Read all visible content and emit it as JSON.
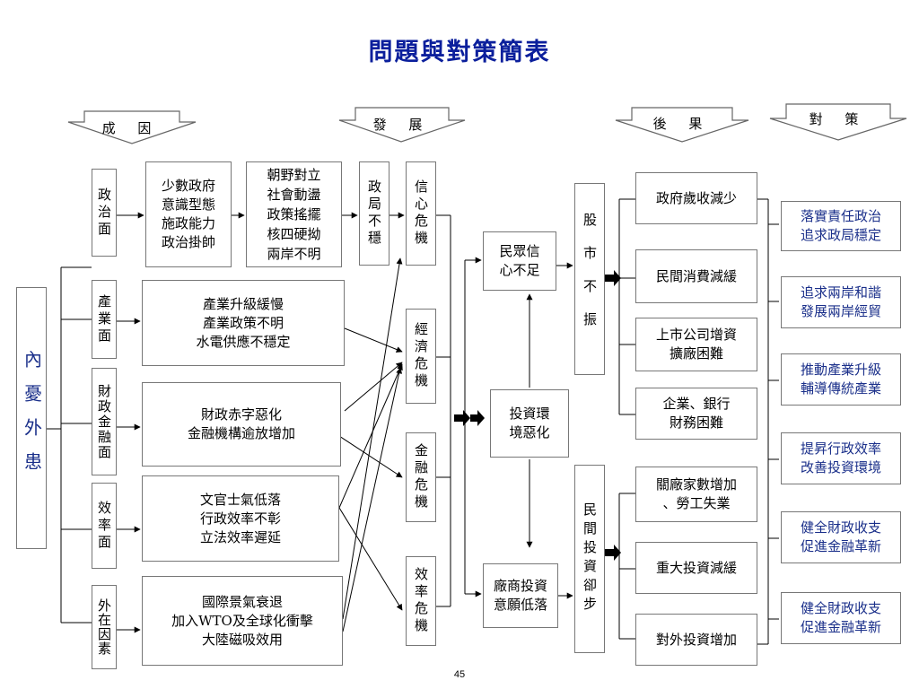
{
  "title": "問題與對策簡表",
  "page_number": "45",
  "headers": {
    "cause": "成 因",
    "development": "發 展",
    "consequence": "後 果",
    "countermeasure": "對 策"
  },
  "root": "內憂外患",
  "aspects": {
    "political": "政治面",
    "industry": "產業面",
    "fiscal": "財政金融面",
    "efficiency": "效率面",
    "external": "外在因素"
  },
  "causes": {
    "political_1": [
      "少數政府",
      "意識型態",
      "施政能力",
      "政治掛帥"
    ],
    "political_2": [
      "朝野對立",
      "社會動盪",
      "政策搖擺",
      "核四硬拗",
      "兩岸不明"
    ],
    "industry": [
      "產業升級緩慢",
      "產業政策不明",
      "水電供應不穩定"
    ],
    "fiscal": [
      "財政赤字惡化",
      "金融機構逾放增加"
    ],
    "efficiency": [
      "文官士氣低落",
      "行政效率不彰",
      "立法效率遲延"
    ],
    "external": [
      "國際景氣衰退",
      "加入WTO及全球化衝擊",
      "大陸磁吸效用"
    ]
  },
  "political_unstable": "政局不穩",
  "crises": {
    "confidence": "信心危機",
    "economic": "經濟危機",
    "financial": "金融危機",
    "efficiency": "效率危機"
  },
  "middle": {
    "public_confidence": [
      "民眾信",
      "心不足"
    ],
    "investment_env": [
      "投資環",
      "境惡化"
    ],
    "business_investment": [
      "廠商投資",
      "意願低落"
    ]
  },
  "results": {
    "stock": "股市不振",
    "private": "民間投資卻步"
  },
  "consequences": {
    "revenue": "政府歲收減少",
    "consumption": "民間消費減緩",
    "listed": [
      "上市公司增資",
      "擴廠困難"
    ],
    "banks": [
      "企業、銀行",
      "財務困難"
    ],
    "closures": [
      "關廠家數增加",
      "、勞工失業"
    ],
    "major_invest": "重大投資減緩",
    "outward": "對外投資增加"
  },
  "countermeasures": [
    [
      "落實責任政治",
      "追求政局穩定"
    ],
    [
      "追求兩岸和諧",
      "發展兩岸經貿"
    ],
    [
      "推動產業升級",
      "輔導傳統產業"
    ],
    [
      "提昇行政效率",
      "改善投資環境"
    ],
    [
      "健全財政收支",
      "促進金融革新"
    ],
    [
      "健全財政收支",
      "促進金融革新"
    ]
  ]
}
